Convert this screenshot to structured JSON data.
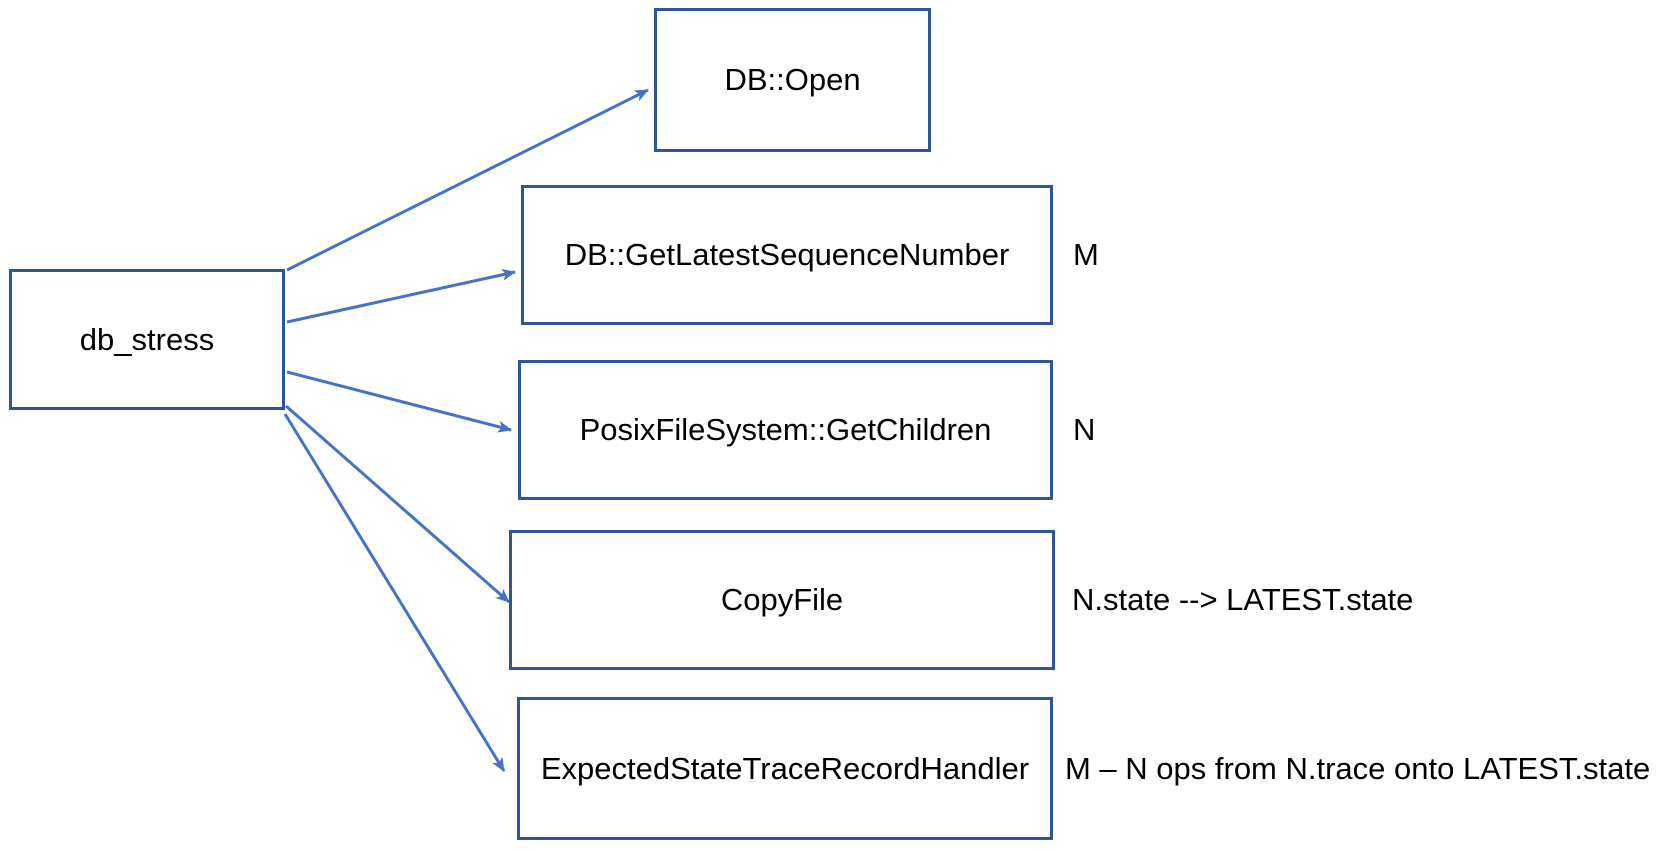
{
  "diagram": {
    "source": {
      "label": "db_stress"
    },
    "nodes": [
      {
        "id": "db-open",
        "label": "DB::Open",
        "annotation": ""
      },
      {
        "id": "get-latest",
        "label": "DB::GetLatestSequenceNumber",
        "annotation": "M"
      },
      {
        "id": "get-children",
        "label": "PosixFileSystem::GetChildren",
        "annotation": "N"
      },
      {
        "id": "copy-file",
        "label": "CopyFile",
        "annotation": "N.state --> LATEST.state"
      },
      {
        "id": "expected",
        "label": "ExpectedStateTraceRecordHandler",
        "annotation": "M – N ops from N.trace onto LATEST.state"
      }
    ],
    "edges": [
      {
        "from": "db_stress",
        "to": "DB::Open"
      },
      {
        "from": "db_stress",
        "to": "DB::GetLatestSequenceNumber"
      },
      {
        "from": "db_stress",
        "to": "PosixFileSystem::GetChildren"
      },
      {
        "from": "db_stress",
        "to": "CopyFile"
      },
      {
        "from": "db_stress",
        "to": "ExpectedStateTraceRecordHandler"
      }
    ],
    "colors": {
      "box_border": "#2F5597",
      "arrow": "#4472C4",
      "text": "#000000",
      "background": "#FFFFFF"
    }
  }
}
